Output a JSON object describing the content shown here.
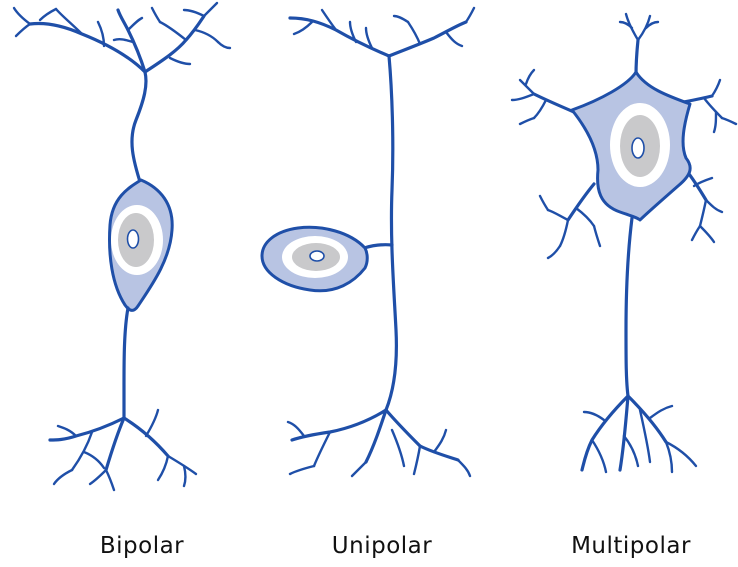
{
  "labels": {
    "bipolar": "Bipolar",
    "unipolar": "Unipolar",
    "multipolar": "Multipolar"
  },
  "colors": {
    "outline": "#1f4fa8",
    "soma_fill": "#b8c4e3",
    "nucleus": "#c9c9cb",
    "background": "#ffffff"
  }
}
